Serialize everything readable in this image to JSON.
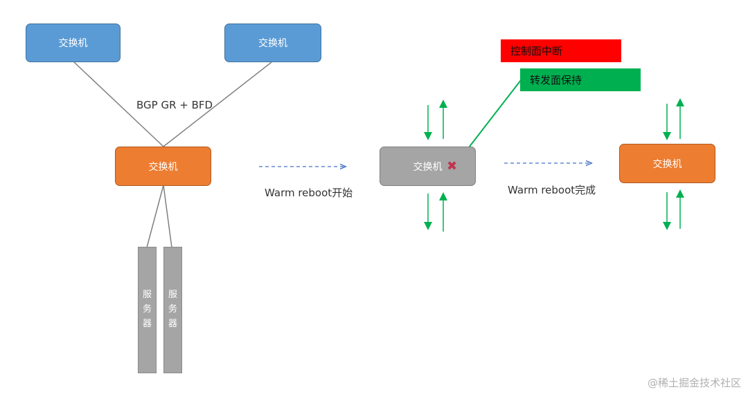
{
  "nodes": {
    "top_left_switch": "交换机",
    "top_right_switch": "交换机",
    "access_switch": "交换机",
    "rebooting_switch": "交换机",
    "rebooted_switch": "交换机"
  },
  "servers": [
    {
      "chars": [
        "服",
        "务",
        "器"
      ]
    },
    {
      "chars": [
        "服",
        "务",
        "器"
      ]
    }
  ],
  "labels": {
    "protocol": "BGP GR + BFD",
    "reboot_start": "Warm reboot开始",
    "reboot_done": "Warm reboot完成"
  },
  "tags": {
    "control_plane": "控制面中断",
    "forwarding_plane": "转发面保持"
  },
  "icons": {
    "fault": "✖"
  },
  "colors": {
    "switch_blue": "#5b9bd5",
    "switch_orange": "#ed7d31",
    "switch_gray": "#a5a5a5",
    "traffic_green": "#00b050",
    "alert_red": "#ff0000",
    "arrow_blue": "#4472c4"
  },
  "watermark": "@稀土掘金技术社区"
}
